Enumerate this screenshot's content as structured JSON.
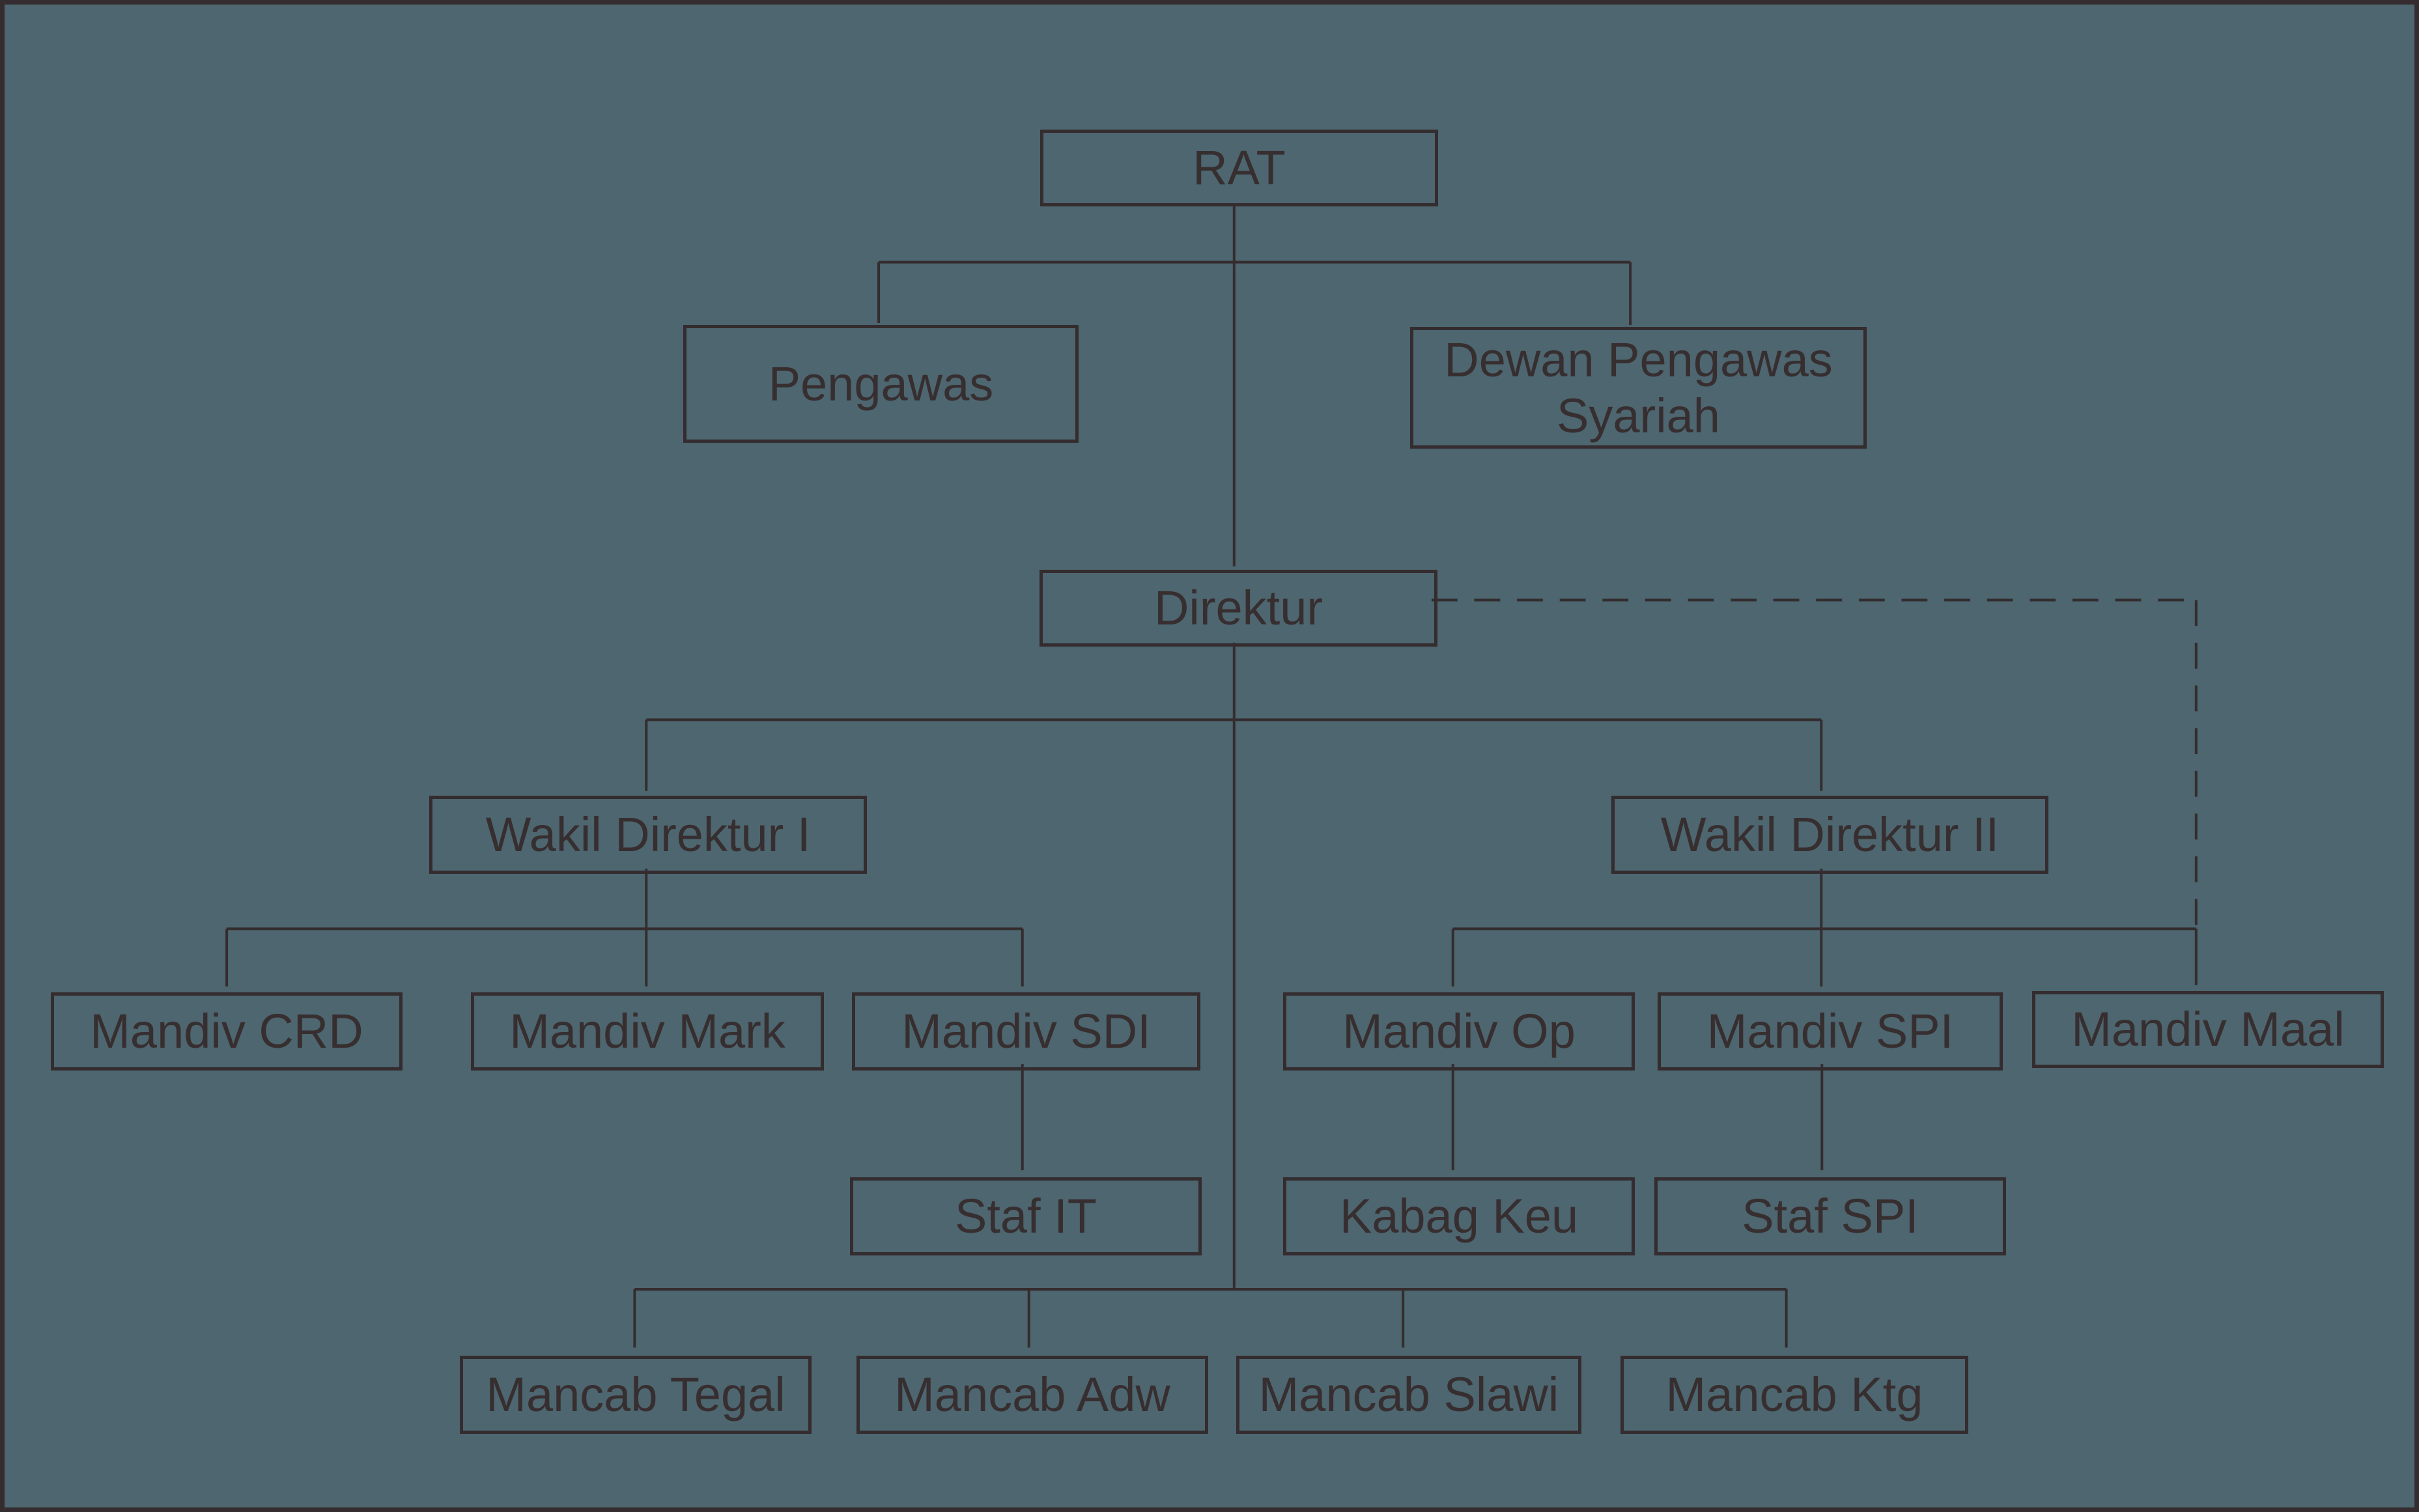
{
  "theme": {
    "background_color": "#4d6670",
    "line_color": "#342c2e",
    "text_color": "#372e30"
  },
  "diagram": {
    "type": "organizational-chart",
    "nodes": {
      "rat": {
        "label": "RAT"
      },
      "pengawas": {
        "label": "Pengawas"
      },
      "dewan": {
        "label": "Dewan Pengawas Syariah"
      },
      "direktur": {
        "label": "Direktur"
      },
      "wd1": {
        "label": "Wakil Direktur I"
      },
      "wd2": {
        "label": "Wakil Direktur II"
      },
      "mandiv_crd": {
        "label": "Mandiv CRD"
      },
      "mandiv_mark": {
        "label": "Mandiv Mark"
      },
      "mandiv_sdi": {
        "label": "Mandiv SDI"
      },
      "mandiv_op": {
        "label": "Mandiv Op"
      },
      "mandiv_spi": {
        "label": "Mandiv SPI"
      },
      "mandiv_maal": {
        "label": "Mandiv Maal"
      },
      "staf_it": {
        "label": "Staf IT"
      },
      "kabag_keu": {
        "label": "Kabag Keu"
      },
      "staf_spi": {
        "label": "Staf SPI"
      },
      "mancab_tegal": {
        "label": "Mancab Tegal"
      },
      "mancab_adw": {
        "label": "Mancab Adw"
      },
      "mancab_slawi": {
        "label": "Mancab Slawi"
      },
      "mancab_ktg": {
        "label": "Mancab Ktg"
      }
    },
    "relationships": [
      {
        "from": "RAT",
        "to": "Pengawas",
        "style": "solid"
      },
      {
        "from": "RAT",
        "to": "Dewan Pengawas Syariah",
        "style": "solid"
      },
      {
        "from": "RAT",
        "to": "Direktur",
        "style": "solid"
      },
      {
        "from": "Direktur",
        "to": "Wakil Direktur I",
        "style": "solid"
      },
      {
        "from": "Direktur",
        "to": "Wakil Direktur II",
        "style": "solid"
      },
      {
        "from": "Direktur",
        "to": "Mandiv Maal",
        "style": "dashed"
      },
      {
        "from": "Wakil Direktur I",
        "to": "Mandiv CRD",
        "style": "solid"
      },
      {
        "from": "Wakil Direktur I",
        "to": "Mandiv Mark",
        "style": "solid"
      },
      {
        "from": "Wakil Direktur I",
        "to": "Mandiv SDI",
        "style": "solid"
      },
      {
        "from": "Wakil Direktur II",
        "to": "Mandiv Op",
        "style": "solid"
      },
      {
        "from": "Wakil Direktur II",
        "to": "Mandiv SPI",
        "style": "solid"
      },
      {
        "from": "Wakil Direktur II",
        "to": "Mandiv Maal",
        "style": "solid"
      },
      {
        "from": "Mandiv SDI",
        "to": "Staf IT",
        "style": "solid"
      },
      {
        "from": "Mandiv Op",
        "to": "Kabag Keu",
        "style": "solid"
      },
      {
        "from": "Mandiv SPI",
        "to": "Staf SPI",
        "style": "solid"
      },
      {
        "from": "Direktur",
        "to": "Mancab Tegal",
        "style": "solid"
      },
      {
        "from": "Direktur",
        "to": "Mancab Adw",
        "style": "solid"
      },
      {
        "from": "Direktur",
        "to": "Mancab Slawi",
        "style": "solid"
      },
      {
        "from": "Direktur",
        "to": "Mancab Ktg",
        "style": "solid"
      }
    ]
  }
}
